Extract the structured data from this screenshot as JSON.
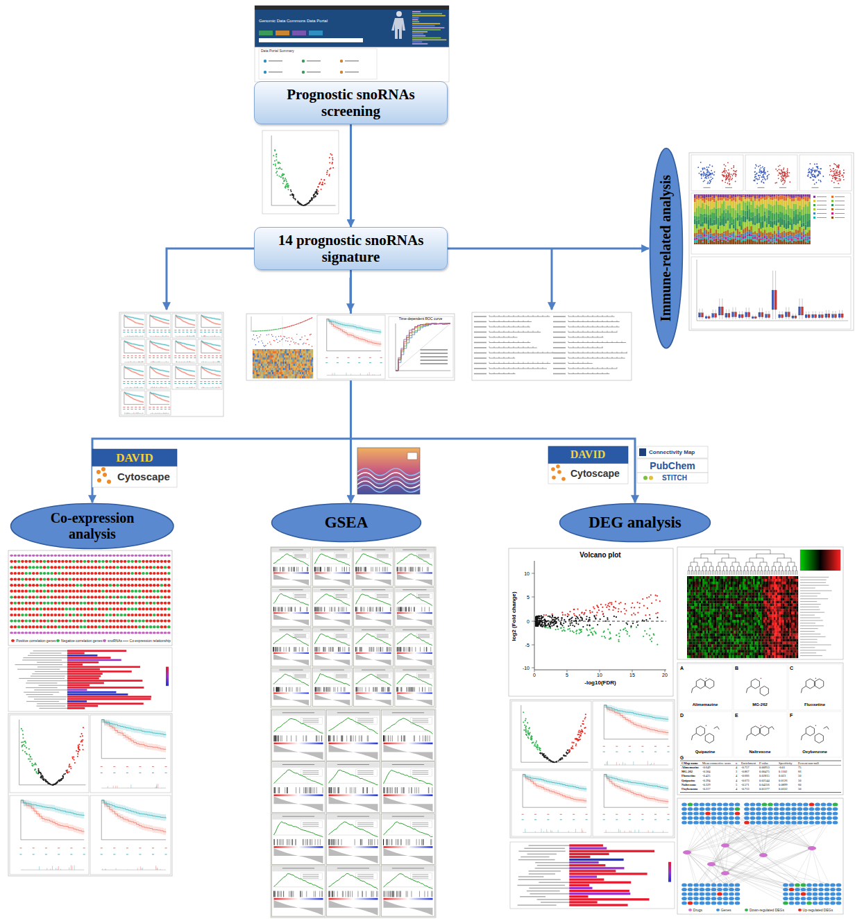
{
  "diagram": {
    "nodes": [
      {
        "text": [
          "Prognostic snoRNAs screening"
        ]
      },
      {
        "text": [
          "14 prognostic snoRNAs signature"
        ]
      },
      {
        "text": [
          "Immune-related analysis"
        ]
      },
      {
        "text": [
          "Co-expression analysis"
        ]
      },
      {
        "text": [
          "GSEA"
        ]
      },
      {
        "text": [
          "DEG analysis"
        ]
      }
    ],
    "edges": [
      {
        "from": 0,
        "to": 1,
        "arrow": "to"
      },
      {
        "from": 1,
        "to": 2,
        "arrow": "to"
      },
      {
        "from": 1,
        "to": 3,
        "arrow": "to"
      },
      {
        "from": 1,
        "to": 4,
        "arrow": "to"
      },
      {
        "from": 1,
        "to": 5,
        "arrow": "to"
      }
    ],
    "labels": [
      "Genomic Data Commons Data Portal",
      "Data Portal Summary",
      "Time-dependent ROC curve",
      "Volcano plot",
      "log2 (Fold change)",
      "-log10(FDR)",
      "DAVID",
      "Cytoscape",
      "DAVID",
      "Cytoscape",
      "Connectivity Map",
      "PubChem",
      "STITCH",
      "A",
      "B",
      "C",
      "D",
      "E",
      "F",
      "G",
      "Alimemazine",
      "MG-262",
      "Fluoxetine",
      "Quipazine",
      "Naltrexone",
      "Oxybenzone",
      "CMap name",
      "Mean connective score",
      "n",
      "Enrichment",
      "P value",
      "Specificity",
      "Percent non-null",
      "Alimemazine",
      "-0.649",
      "4",
      "-0.757",
      "0.00953",
      "-0.01",
      "75",
      "MG-262",
      "-0.584",
      "3",
      "-0.867",
      "0.00475",
      "0.1102",
      "66",
      "Fluoxetine",
      "-0.425",
      "4",
      "-0.666",
      "0.02815",
      "0.023",
      "50",
      "Quipazine",
      "-0.394",
      "4",
      "-0.673",
      "0.02544",
      "0.0126",
      "50",
      "Naltrexone",
      "-0.329",
      "5",
      "-0.571",
      "0.04356",
      "0.0899",
      "60",
      "Oxybenzone",
      "-0.317",
      "4",
      "-0.713",
      "0.01377",
      "0.0332",
      "50",
      "10",
      "5",
      "0",
      "-5",
      "-10",
      "0",
      "5",
      "10",
      "15",
      "20"
    ],
    "legend": [
      {
        "text": "Positive correlation genes",
        "color": "#e8261c"
      },
      {
        "text": "Negative correlation genes",
        "color": "#2db34a"
      },
      {
        "text": "snoRNAs",
        "color": "#c060c0"
      },
      {
        "text": "Co-expression relationship"
      },
      {
        "text": "Drugs",
        "color": "#d070d0"
      },
      {
        "text": "Genes",
        "color": "#3d8fdc"
      },
      {
        "text": "Down-regulated DEGs",
        "color": "#2db34a"
      },
      {
        "text": "Up-regulated DEGs",
        "color": "#e8261c"
      }
    ]
  }
}
